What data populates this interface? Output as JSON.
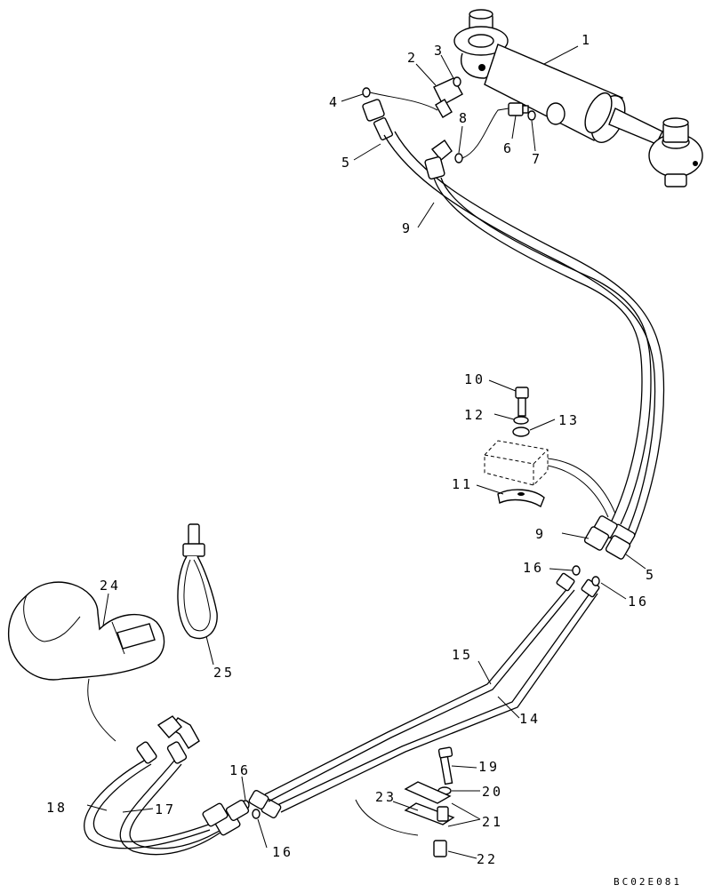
{
  "drawing_code": "BC02E081",
  "labels": {
    "l1": "1",
    "l2": "2",
    "l3": "3",
    "l4": "4",
    "l5a": "5",
    "l5b": "5",
    "l6": "6",
    "l7": "7",
    "l8": "8",
    "l9a": "9",
    "l9b": "9",
    "l10": "10",
    "l11": "11",
    "l12": "12",
    "l13": "13",
    "l14": "14",
    "l15": "15",
    "l16a": "16",
    "l16b": "16",
    "l16c": "16",
    "l16d": "16",
    "l17": "17",
    "l18": "18",
    "l19": "19",
    "l20": "20",
    "l21": "21",
    "l22": "22",
    "l23": "23",
    "l24": "24",
    "l25": "25"
  }
}
